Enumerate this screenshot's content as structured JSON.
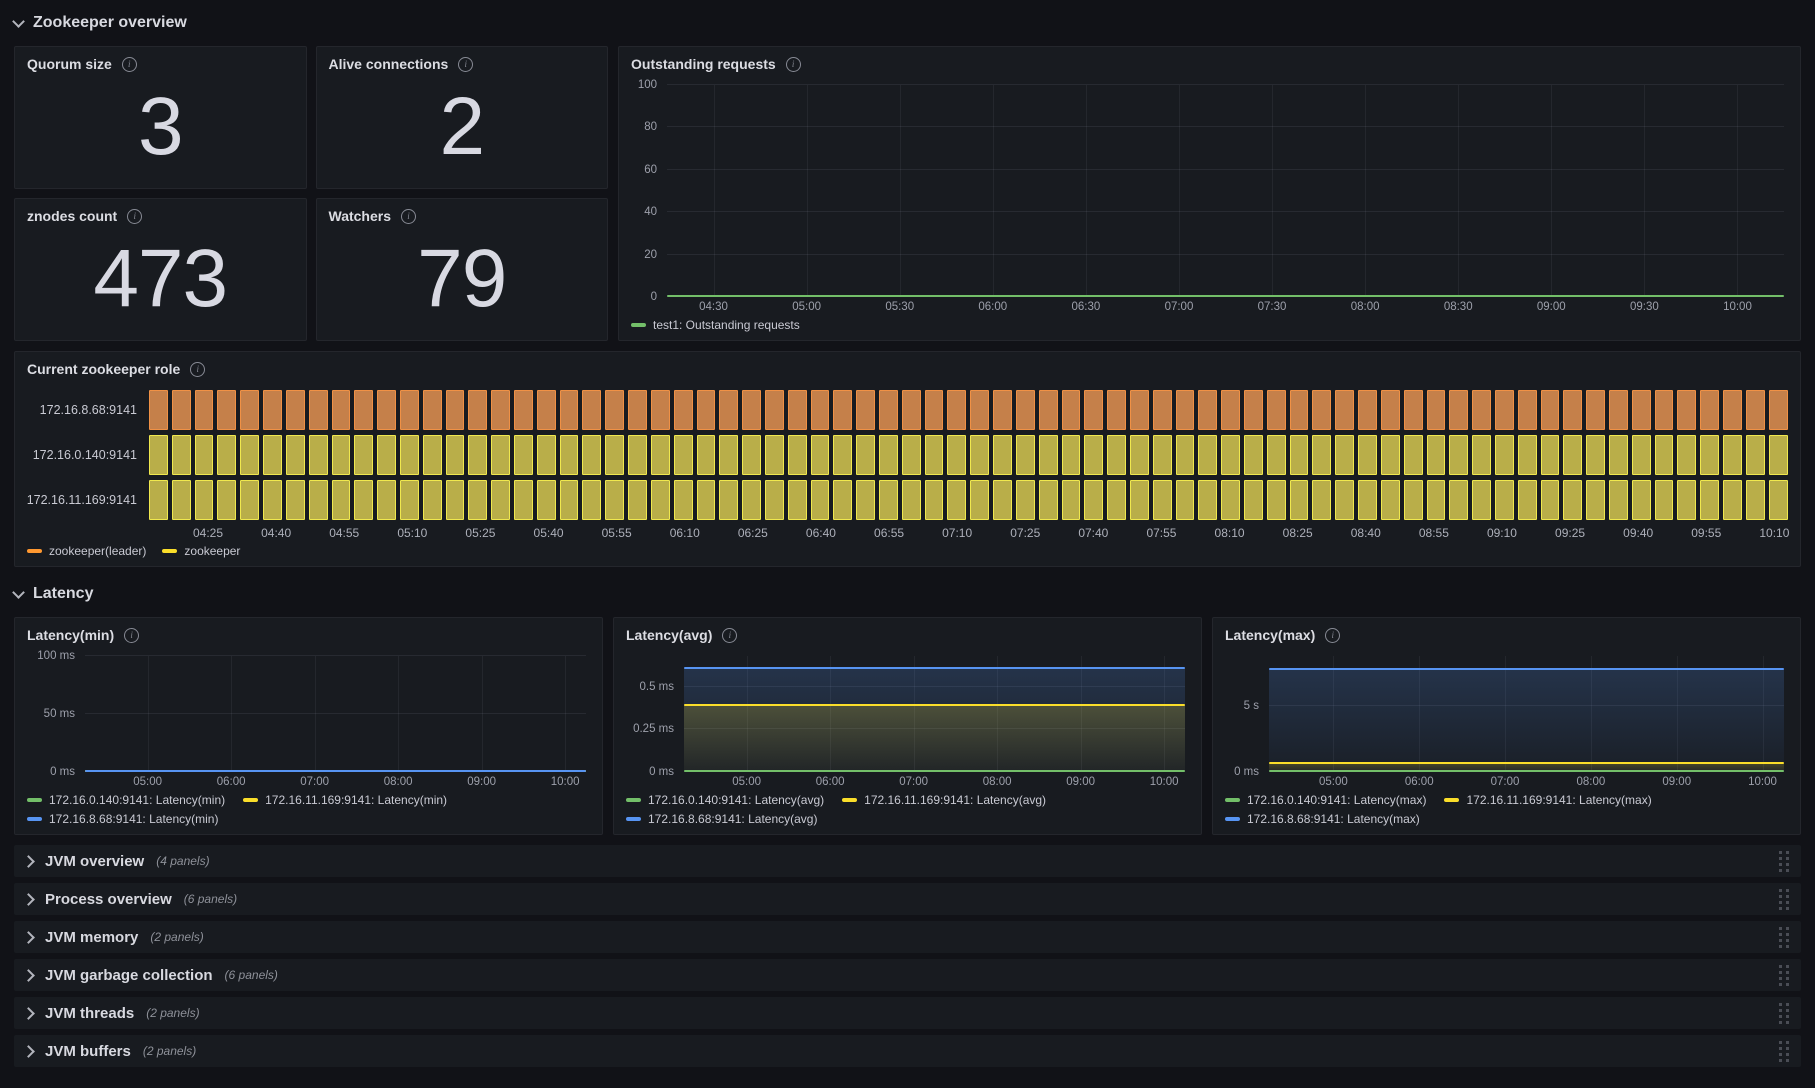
{
  "sections": [
    {
      "title": "Zookeeper overview"
    },
    {
      "title": "Latency"
    }
  ],
  "stats": [
    {
      "title": "Quorum size",
      "value": "3"
    },
    {
      "title": "Alive connections",
      "value": "2"
    },
    {
      "title": "znodes count",
      "value": "473"
    },
    {
      "title": "Watchers",
      "value": "79"
    }
  ],
  "collapsed_rows": [
    {
      "title": "JVM overview",
      "count": "(4 panels)"
    },
    {
      "title": "Process overview",
      "count": "(6 panels)"
    },
    {
      "title": "JVM memory",
      "count": "(2 panels)"
    },
    {
      "title": "JVM garbage collection",
      "count": "(6 panels)"
    },
    {
      "title": "JVM threads",
      "count": "(2 panels)"
    },
    {
      "title": "JVM buffers",
      "count": "(2 panels)"
    }
  ],
  "colors": {
    "green": "#73BF69",
    "yellow": "#FADE2A",
    "blue": "#5794F2",
    "orange": "#FF9830",
    "panel_bg": "#181b20",
    "page_bg": "#111217"
  },
  "chart_data": [
    {
      "id": "outstanding-requests",
      "type": "line",
      "title": "Outstanding requests",
      "axis_width": 38,
      "unit": "",
      "ylim": [
        0,
        100
      ],
      "y_ticks": [
        {
          "v": 100,
          "label": "100"
        },
        {
          "v": 80,
          "label": "80"
        },
        {
          "v": 60,
          "label": "60"
        },
        {
          "v": 40,
          "label": "40"
        },
        {
          "v": 20,
          "label": "20"
        },
        {
          "v": 0,
          "label": "0"
        }
      ],
      "x_domain": [
        "04:15",
        "10:15"
      ],
      "x_ticks": [
        "04:30",
        "05:00",
        "05:30",
        "06:00",
        "06:30",
        "07:00",
        "07:30",
        "08:00",
        "08:30",
        "09:00",
        "09:30",
        "10:00"
      ],
      "series": [
        {
          "name": "test1: Outstanding requests",
          "color": "#73BF69",
          "value": 0,
          "fill": false
        }
      ],
      "legend_rows": [
        [
          0
        ]
      ]
    },
    {
      "id": "current-zookeeper-role",
      "type": "state-timeline",
      "title": "Current zookeeper role",
      "x_domain": [
        "04:12",
        "10:13"
      ],
      "x_ticks": [
        "04:25",
        "04:40",
        "04:55",
        "05:10",
        "05:25",
        "05:40",
        "05:55",
        "06:10",
        "06:25",
        "06:40",
        "06:55",
        "07:10",
        "07:25",
        "07:40",
        "07:55",
        "08:10",
        "08:25",
        "08:40",
        "08:55",
        "09:10",
        "09:25",
        "09:40",
        "09:55",
        "10:10"
      ],
      "bar_count": 72,
      "rows": [
        {
          "label": "172.16.8.68:9141",
          "state": "zookeeper(leader)"
        },
        {
          "label": "172.16.0.140:9141",
          "state": "zookeeper"
        },
        {
          "label": "172.16.11.169:9141",
          "state": "zookeeper"
        }
      ],
      "states": {
        "zookeeper(leader)": {
          "border": "#F09145",
          "fill": "#C5804A"
        },
        "zookeeper": {
          "border": "#F0E84E",
          "fill": "#B9AE49"
        }
      },
      "legend": [
        {
          "label": "zookeeper(leader)",
          "color": "#FF9830"
        },
        {
          "label": "zookeeper",
          "color": "#FADE2A"
        }
      ]
    },
    {
      "id": "latency-min",
      "type": "line",
      "title": "Latency(min)",
      "axis_width": 60,
      "unit": "ms",
      "ylim": [
        0,
        100
      ],
      "y_ticks": [
        {
          "v": 100,
          "label": "100 ms"
        },
        {
          "v": 50,
          "label": "50 ms"
        },
        {
          "v": 0,
          "label": "0 ms"
        }
      ],
      "x_domain": [
        "04:15",
        "10:15"
      ],
      "x_ticks": [
        "05:00",
        "06:00",
        "07:00",
        "08:00",
        "09:00",
        "10:00"
      ],
      "series": [
        {
          "name": "172.16.0.140:9141: Latency(min)",
          "color": "#73BF69",
          "value": 0,
          "fill": false
        },
        {
          "name": "172.16.11.169:9141: Latency(min)",
          "color": "#FADE2A",
          "value": 0,
          "fill": false
        },
        {
          "name": "172.16.8.68:9141: Latency(min)",
          "color": "#5794F2",
          "value": 0,
          "fill": false
        }
      ],
      "legend_rows": [
        [
          0,
          1
        ],
        [
          2
        ]
      ]
    },
    {
      "id": "latency-avg",
      "type": "line",
      "title": "Latency(avg)",
      "axis_width": 60,
      "unit": "ms",
      "ylim": [
        0,
        0.68
      ],
      "y_ticks": [
        {
          "v": 0.5,
          "label": "0.5 ms"
        },
        {
          "v": 0.25,
          "label": "0.25 ms"
        },
        {
          "v": 0,
          "label": "0 ms"
        }
      ],
      "x_domain": [
        "04:15",
        "10:15"
      ],
      "x_ticks": [
        "05:00",
        "06:00",
        "07:00",
        "08:00",
        "09:00",
        "10:00"
      ],
      "series": [
        {
          "name": "172.16.8.68:9141: Latency(avg)",
          "color": "#5794F2",
          "value": 0.61,
          "fill": true
        },
        {
          "name": "172.16.11.169:9141: Latency(avg)",
          "color": "#FADE2A",
          "value": 0.39,
          "fill": true
        },
        {
          "name": "172.16.0.140:9141: Latency(avg)",
          "color": "#73BF69",
          "value": 0,
          "fill": false
        }
      ],
      "legend_rows": [
        [
          2,
          1
        ],
        [
          0
        ]
      ]
    },
    {
      "id": "latency-max",
      "type": "line",
      "title": "Latency(max)",
      "axis_width": 46,
      "unit": "s",
      "ylim": [
        0,
        8.8
      ],
      "y_ticks": [
        {
          "v": 5,
          "label": "5 s"
        },
        {
          "v": 0,
          "label": "0 ms"
        }
      ],
      "x_domain": [
        "04:15",
        "10:15"
      ],
      "x_ticks": [
        "05:00",
        "06:00",
        "07:00",
        "08:00",
        "09:00",
        "10:00"
      ],
      "series": [
        {
          "name": "172.16.8.68:9141: Latency(max)",
          "color": "#5794F2",
          "value": 7.8,
          "fill": true
        },
        {
          "name": "172.16.11.169:9141: Latency(max)",
          "color": "#FADE2A",
          "value": 0.7,
          "fill": true
        },
        {
          "name": "172.16.0.140:9141: Latency(max)",
          "color": "#73BF69",
          "value": 0,
          "fill": false
        }
      ],
      "legend_rows": [
        [
          2,
          1
        ],
        [
          0
        ]
      ]
    }
  ]
}
